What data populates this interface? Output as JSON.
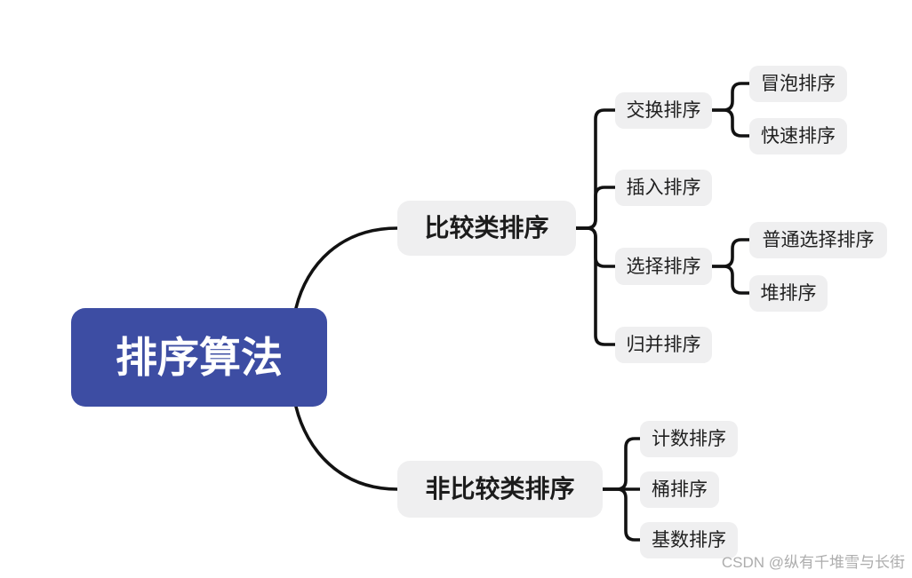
{
  "mindmap": {
    "root": {
      "label": "排序算法"
    },
    "branches": [
      {
        "label": "比较类排序",
        "children": [
          {
            "label": "交换排序",
            "children": [
              {
                "label": "冒泡排序"
              },
              {
                "label": "快速排序"
              }
            ]
          },
          {
            "label": "插入排序"
          },
          {
            "label": "选择排序",
            "children": [
              {
                "label": "普通选择排序"
              },
              {
                "label": "堆排序"
              }
            ]
          },
          {
            "label": "归并排序"
          }
        ]
      },
      {
        "label": "非比较类排序",
        "children": [
          {
            "label": "计数排序"
          },
          {
            "label": "桶排序"
          },
          {
            "label": "基数排序"
          }
        ]
      }
    ],
    "watermark": "CSDN @纵有千堆雪与长街",
    "colors": {
      "root_bg": "#3d4da3",
      "root_text": "#ffffff",
      "node_bg": "#efeff0",
      "node_text": "#212121",
      "line": "#121212",
      "watermark_text": "#adadad"
    }
  }
}
